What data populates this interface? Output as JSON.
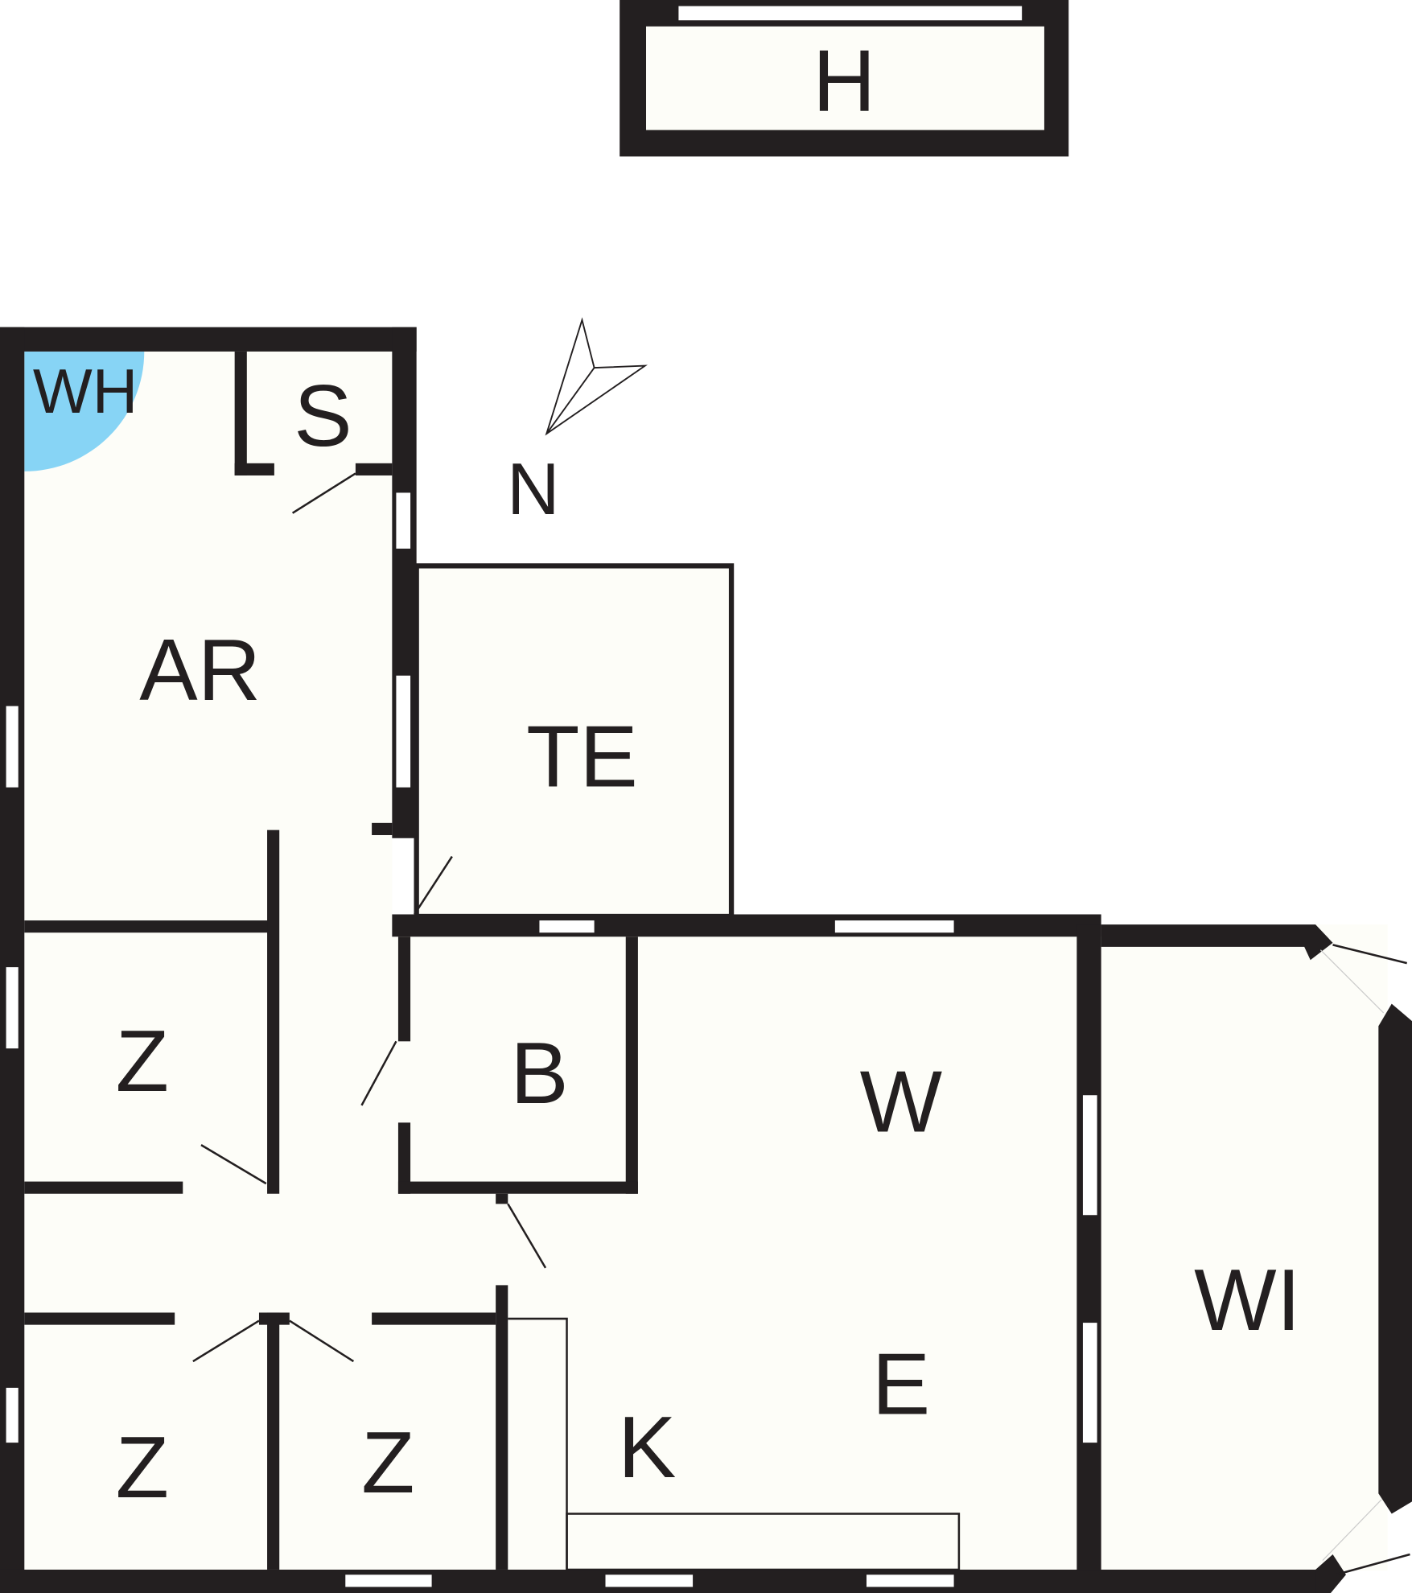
{
  "plan": {
    "labels": {
      "h": "H",
      "wh": "WH",
      "s": "S",
      "ar": "AR",
      "te": "TE",
      "north": "N",
      "z1": "Z",
      "b": "B",
      "w": "W",
      "wi": "WI",
      "e": "E",
      "k": "K",
      "z2": "Z",
      "z3": "Z"
    },
    "colors": {
      "wall": "#231f20",
      "room": "#fdfdf8",
      "water_heater": "#87d4f5"
    },
    "icons": {
      "compass": "north-arrow-icon"
    }
  }
}
